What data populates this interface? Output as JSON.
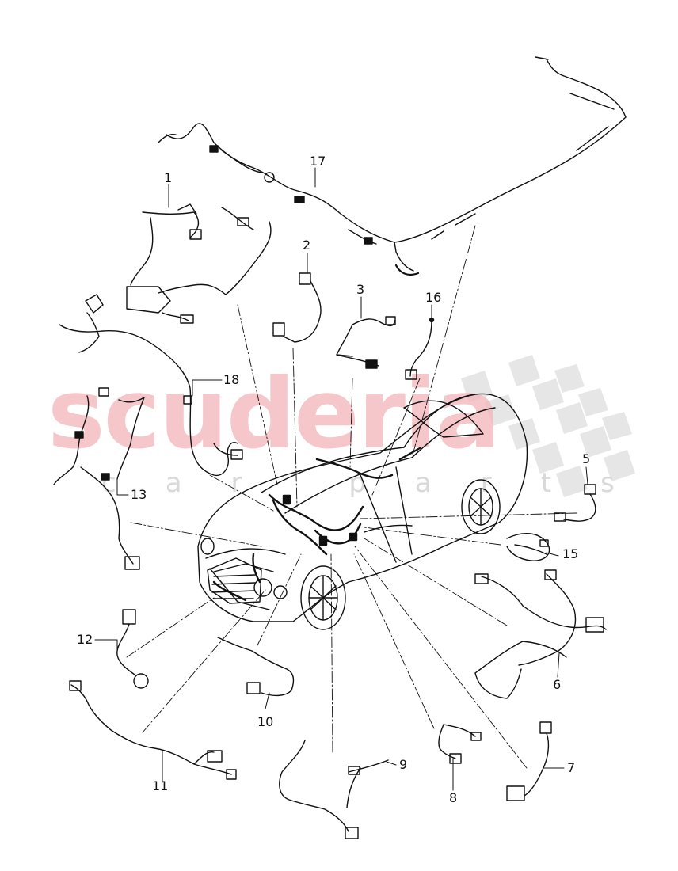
{
  "watermark": {
    "brand": "scuderia",
    "sub": "car parts"
  },
  "callouts": [
    {
      "id": "1",
      "label": "1"
    },
    {
      "id": "2",
      "label": "2"
    },
    {
      "id": "3",
      "label": "3"
    },
    {
      "id": "5",
      "label": "5"
    },
    {
      "id": "6",
      "label": "6"
    },
    {
      "id": "7",
      "label": "7"
    },
    {
      "id": "8",
      "label": "8"
    },
    {
      "id": "9",
      "label": "9"
    },
    {
      "id": "10",
      "label": "10"
    },
    {
      "id": "11",
      "label": "11"
    },
    {
      "id": "12",
      "label": "12"
    },
    {
      "id": "13",
      "label": "13"
    },
    {
      "id": "15",
      "label": "15"
    },
    {
      "id": "16",
      "label": "16"
    },
    {
      "id": "17",
      "label": "17"
    },
    {
      "id": "18",
      "label": "18"
    }
  ]
}
